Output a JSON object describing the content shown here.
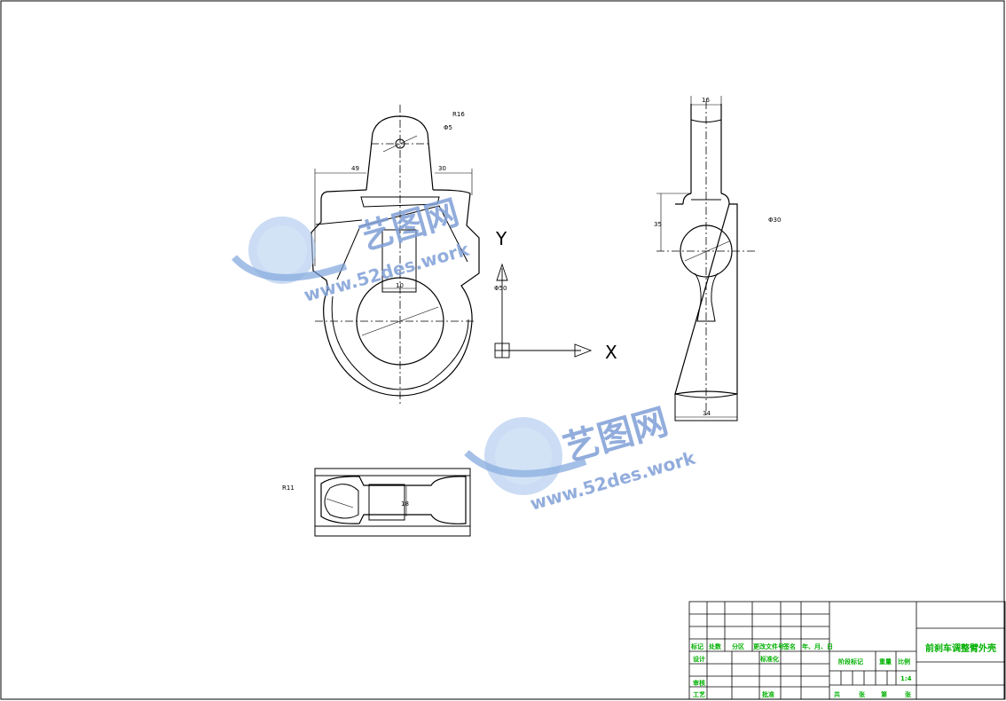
{
  "drawing": {
    "front_view": {
      "dims": {
        "r16": "R16",
        "phi5": "Φ5",
        "d49": "49",
        "d30": "30",
        "d10": "10"
      }
    },
    "side_view": {
      "dims": {
        "d16": "16",
        "d35": "35",
        "phi30": "Φ30",
        "d34": "34"
      }
    },
    "top_view": {
      "dims": {
        "r11": "R11",
        "d18": "18"
      }
    },
    "ucs": {
      "x_label": "X",
      "y_label": "Y"
    },
    "extra_dim": "Φ50"
  },
  "watermark": {
    "brand": "艺图网",
    "url": "www.52des.work"
  },
  "title_block": {
    "part_name": "前刹车调整臂外壳",
    "scale": "1:4",
    "labels": {
      "mark": "标记",
      "count": "处数",
      "zone": "分区",
      "change_doc": "更改文件号",
      "sign": "签名",
      "date": "年、月、日",
      "design": "设计",
      "standardize": "标准化",
      "stage_mark": "阶段标记",
      "weight": "重量",
      "scale_label": "比例",
      "review": "审核",
      "process": "工艺",
      "approve": "批准",
      "total": "共",
      "sheets": "张",
      "sheet_no": "第",
      "sheet_unit": "张"
    }
  }
}
